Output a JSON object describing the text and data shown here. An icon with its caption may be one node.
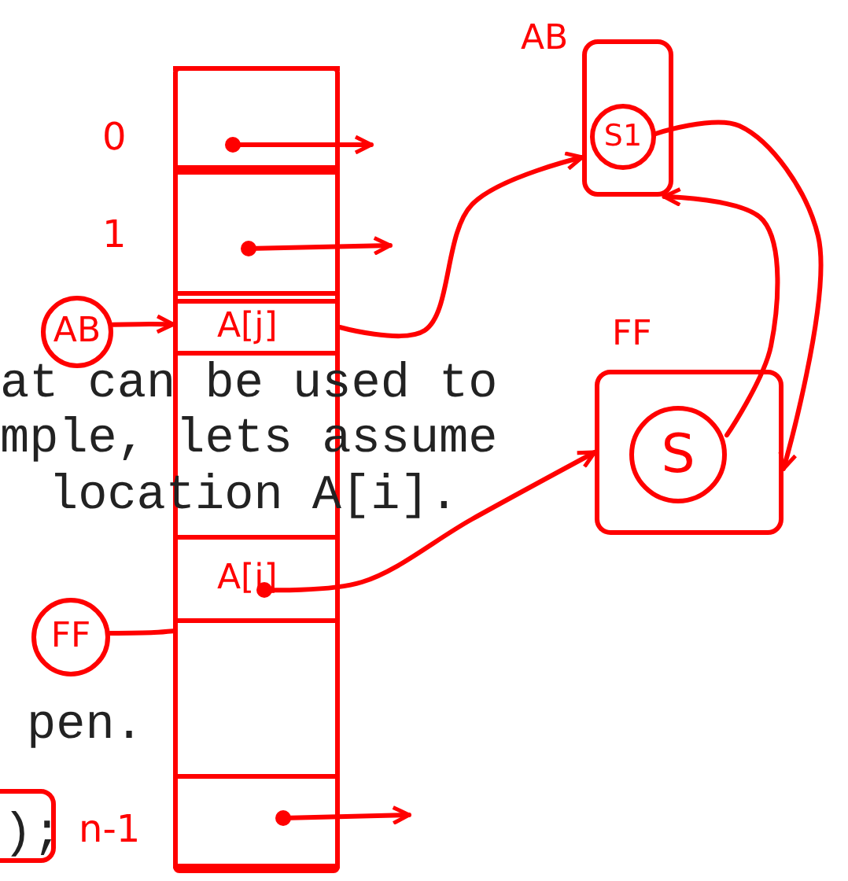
{
  "diagram": {
    "nodes": [
      {
        "text": [],
        "shape": "box"
      },
      {
        "text": [],
        "shape": "box",
        "in": 0,
        "beside": [
          "0"
        ]
      },
      {
        "text": [],
        "shape": "box",
        "in": 0,
        "beside": [
          "1"
        ]
      },
      {
        "text": [
          "A[j]"
        ],
        "in": 0
      },
      {
        "text": [
          "A[i]"
        ],
        "in": 0
      },
      {
        "text": [],
        "shape": "box",
        "in": 0,
        "beside": [
          "n-1"
        ]
      },
      {
        "text": [
          "AB"
        ]
      },
      {
        "text": [
          "FF"
        ]
      },
      {
        "text": [
          "AB"
        ]
      },
      {
        "text": [
          "S1"
        ],
        "in": 8
      },
      {
        "text": [
          "FF"
        ]
      },
      {
        "text": [
          "S"
        ],
        "in": 10
      }
    ],
    "edges": [
      {
        "from": 1,
        "to": null,
        "arrow": "to"
      },
      {
        "from": 2,
        "to": null,
        "arrow": "to"
      },
      {
        "from": 5,
        "to": null,
        "arrow": "to"
      },
      {
        "from": 6,
        "to": 0,
        "arrow": "to"
      },
      {
        "from": 7,
        "to": 0,
        "arrow": "none"
      },
      {
        "from": 3,
        "to": 8,
        "arrow": "to"
      },
      {
        "from": 4,
        "to": 10,
        "arrow": "to"
      },
      {
        "from": 9,
        "to": 10,
        "arrow": "to"
      },
      {
        "from": 11,
        "to": 8,
        "arrow": "to"
      }
    ],
    "labels": [
      "at can be used to",
      "mple, lets assume",
      "location A[i].",
      "pen.",
      ");"
    ]
  }
}
